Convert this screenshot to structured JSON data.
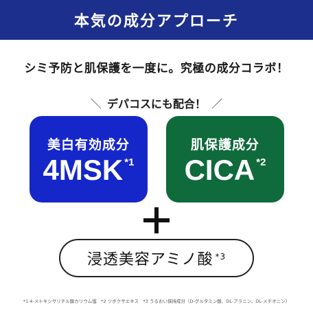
{
  "banner": {
    "title": "本気の成分アプローチ",
    "color": "#1d2f8c"
  },
  "headline": "シミ予防と肌保護を一度に。究極の成分コラボ！",
  "callout": {
    "left_mark": "＼",
    "text": "デパコスにも配合！",
    "right_mark": "／"
  },
  "cards": [
    {
      "title": "美白有効成分",
      "big": "4MSK",
      "note": "*1",
      "color": "#1627c9"
    },
    {
      "title": "肌保護成分",
      "big": "CICA",
      "note": "*2",
      "color": "#0f6a3c"
    }
  ],
  "plus_icon": "plus-icon",
  "pill": {
    "text": "浸透美容アミノ酸",
    "note": "*3"
  },
  "footnote": "*1 4-メトキシサリチル酸カリウム塩　*2 ツボクサエキス　*3 うるおい保持成分（D-グルタミン酸、DL-アラニン、DL-メチオニン）"
}
